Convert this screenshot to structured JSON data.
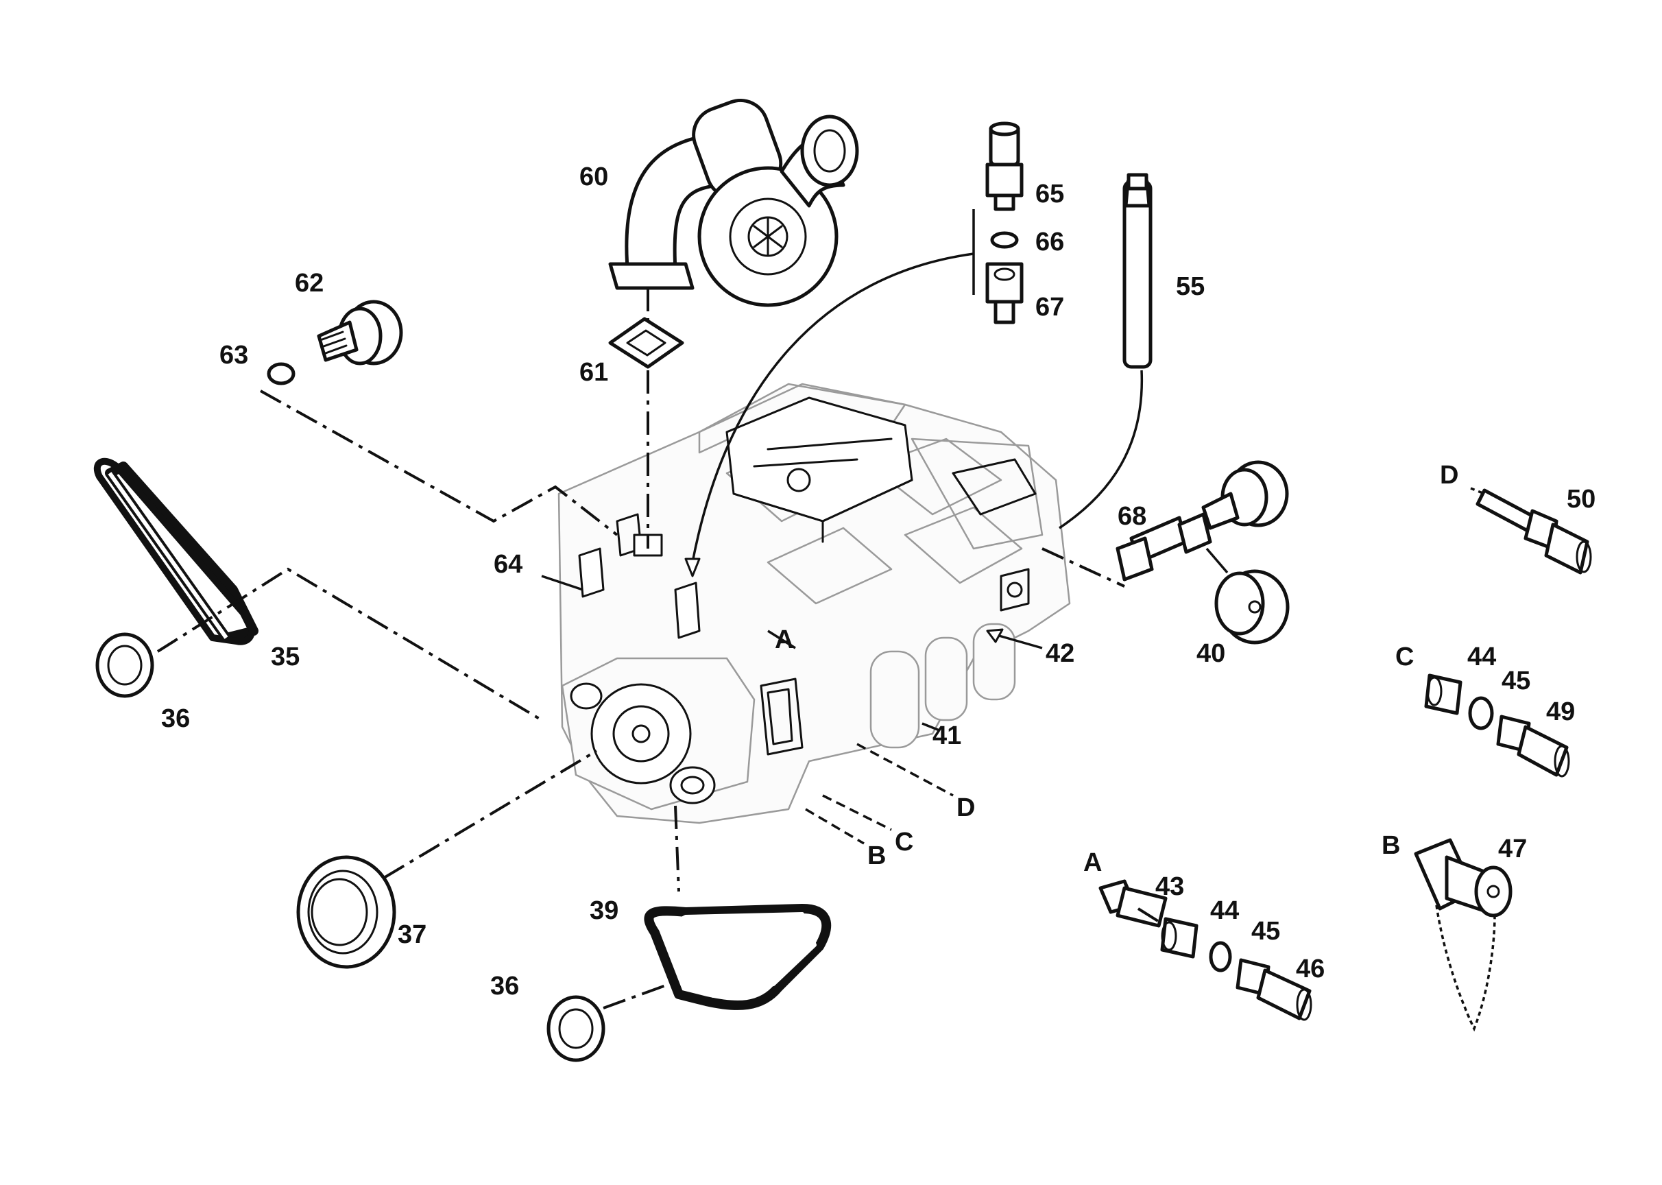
{
  "labels": {
    "p35": "35",
    "p36a": "36",
    "p36b": "36",
    "p37": "37",
    "p39": "39",
    "p40": "40",
    "p41": "41",
    "p42": "42",
    "p43": "43",
    "p44a": "44",
    "p44b": "44",
    "p45a": "45",
    "p45b": "45",
    "p46": "46",
    "p47": "47",
    "p49": "49",
    "p50": "50",
    "p55": "55",
    "p60": "60",
    "p61": "61",
    "p62": "62",
    "p63": "63",
    "p64": "64",
    "p65": "65",
    "p66": "66",
    "p67": "67",
    "p68": "68",
    "refA_engine": "A",
    "refB_engine": "B",
    "refC_engine": "C",
    "refD_engine": "D",
    "refA_part": "A",
    "refB_part": "B",
    "refC_part": "C",
    "refD_part": "D"
  },
  "icons": {
    "engine": "engine-block-icon",
    "turbo": "turbocharger-icon",
    "belt": "drive-belt-icon",
    "seal": "oil-seal-icon",
    "sensor": "pressure-sensor-icon",
    "fitting": "adapter-fitting-icon",
    "washer": "sealing-washer-icon"
  },
  "colors": {
    "ink": "#111111",
    "ghost": "#9a9a9a",
    "background": "#ffffff"
  }
}
